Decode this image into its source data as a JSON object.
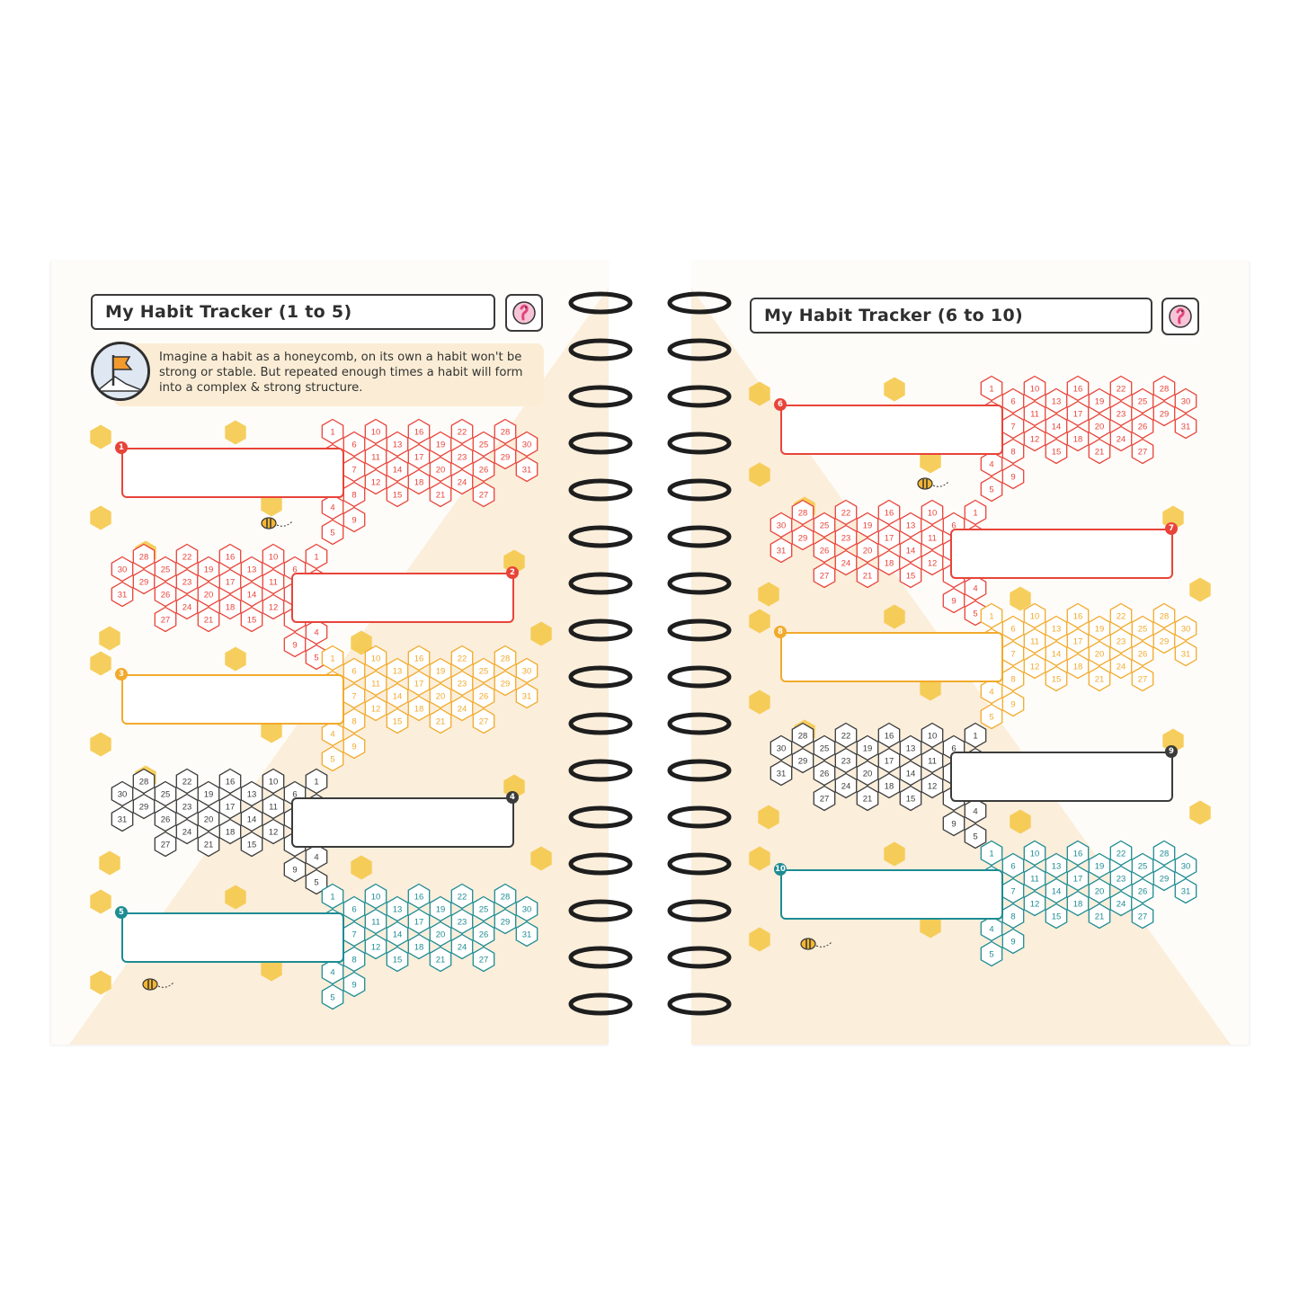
{
  "left_page": {
    "title": "My Habit Tracker (1 to 5)",
    "intro_text": "Imagine a habit as a honeycomb, on its own a habit won't be strong or stable. But repeated enough times a habit will form into a complex & strong structure.",
    "trackers": [
      {
        "number": "1",
        "color": "#e8443a"
      },
      {
        "number": "2",
        "color": "#e8443a"
      },
      {
        "number": "3",
        "color": "#f2aa2c"
      },
      {
        "number": "4",
        "color": "#3b3b3b"
      },
      {
        "number": "5",
        "color": "#1e8c93"
      }
    ]
  },
  "right_page": {
    "title": "My Habit Tracker (6 to 10)",
    "trackers": [
      {
        "number": "6",
        "color": "#e8443a"
      },
      {
        "number": "7",
        "color": "#e8443a"
      },
      {
        "number": "8",
        "color": "#f2aa2c"
      },
      {
        "number": "9",
        "color": "#3b3b3b"
      },
      {
        "number": "10",
        "color": "#1e8c93"
      }
    ]
  },
  "honeycomb_days": [
    "1",
    "2",
    "3",
    "4",
    "5",
    "6",
    "7",
    "8",
    "9",
    "10",
    "11",
    "12",
    "13",
    "14",
    "15",
    "16",
    "17",
    "18",
    "19",
    "20",
    "21",
    "22",
    "23",
    "24",
    "25",
    "26",
    "27",
    "28",
    "29",
    "30",
    "31"
  ],
  "icons": {
    "page_icon": "flamingo-icon",
    "intro_icon": "flag-on-mountain-icon",
    "decoration": "bee-icon"
  }
}
